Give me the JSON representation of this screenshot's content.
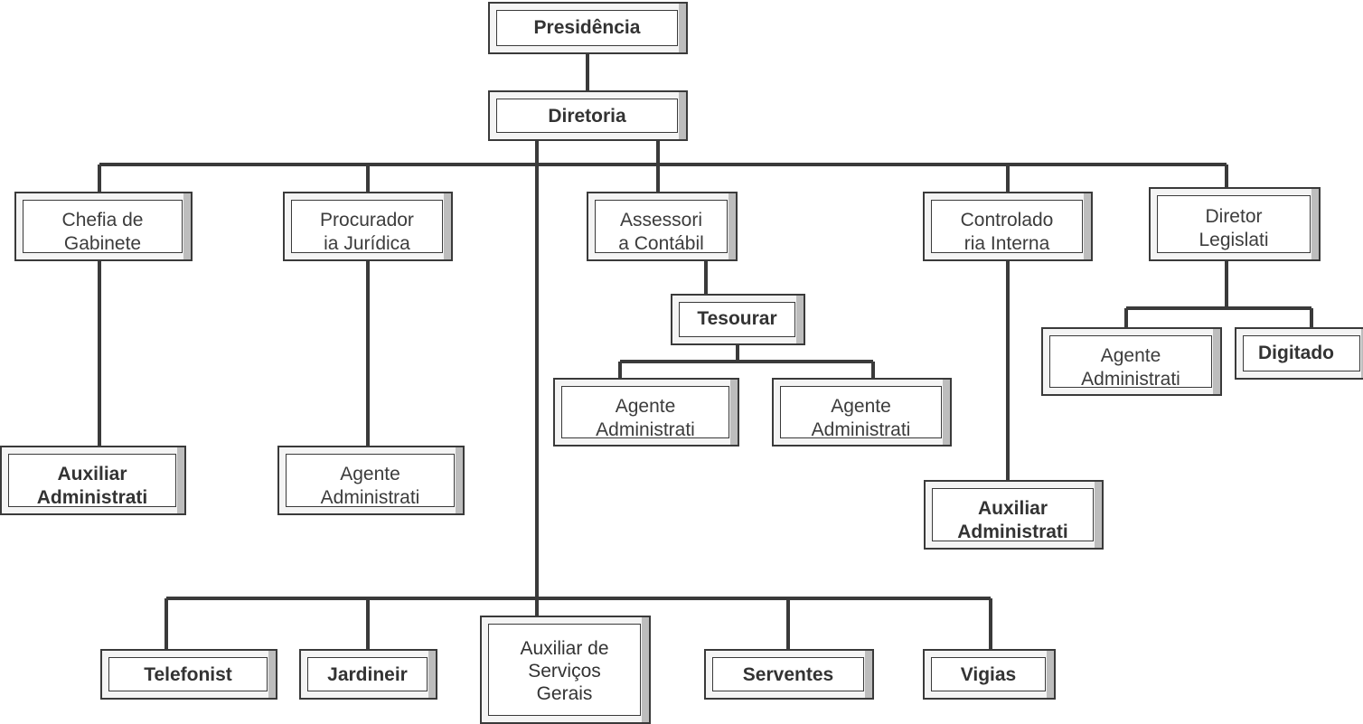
{
  "nodes": {
    "presidencia": {
      "line1": "Presidência"
    },
    "diretoria": {
      "line1": "Diretoria"
    },
    "chefia": {
      "line1": "Chefia de",
      "line2": "Gabinete"
    },
    "procuradoria": {
      "line1": "Procurador",
      "line2": "ia Jurídica"
    },
    "assessoria": {
      "line1": "Assessori",
      "line2": "a Contábil"
    },
    "controladoria": {
      "line1": "Controlado",
      "line2": "ria Interna"
    },
    "diretor_legislativo": {
      "line1": "Diretor",
      "line2": "Legislati"
    },
    "tesouraria": {
      "line1": "Tesourar"
    },
    "chefia_auxiliar": {
      "line1": "Auxiliar",
      "line2": "Administrati"
    },
    "procuradoria_agente": {
      "line1": "Agente",
      "line2": "Administrati"
    },
    "tesouraria_agente_1": {
      "line1": "Agente",
      "line2": "Administrati"
    },
    "tesouraria_agente_2": {
      "line1": "Agente",
      "line2": "Administrati"
    },
    "controladoria_auxiliar": {
      "line1": "Auxiliar",
      "line2": "Administrati"
    },
    "legislativo_agente": {
      "line1": "Agente",
      "line2": "Administrati"
    },
    "digitador": {
      "line1": "Digitado"
    },
    "telefonista": {
      "line1": "Telefonist"
    },
    "jardineiro": {
      "line1": "Jardineir"
    },
    "servicos_gerais": {
      "line1": "Auxiliar de",
      "line2": "Serviços",
      "line3": "Gerais"
    },
    "serventes": {
      "line1": "Serventes"
    },
    "vigias": {
      "line1": "Vigias"
    }
  },
  "colors": {
    "line": "#3a3a3a",
    "text": "#3c3c3c"
  }
}
